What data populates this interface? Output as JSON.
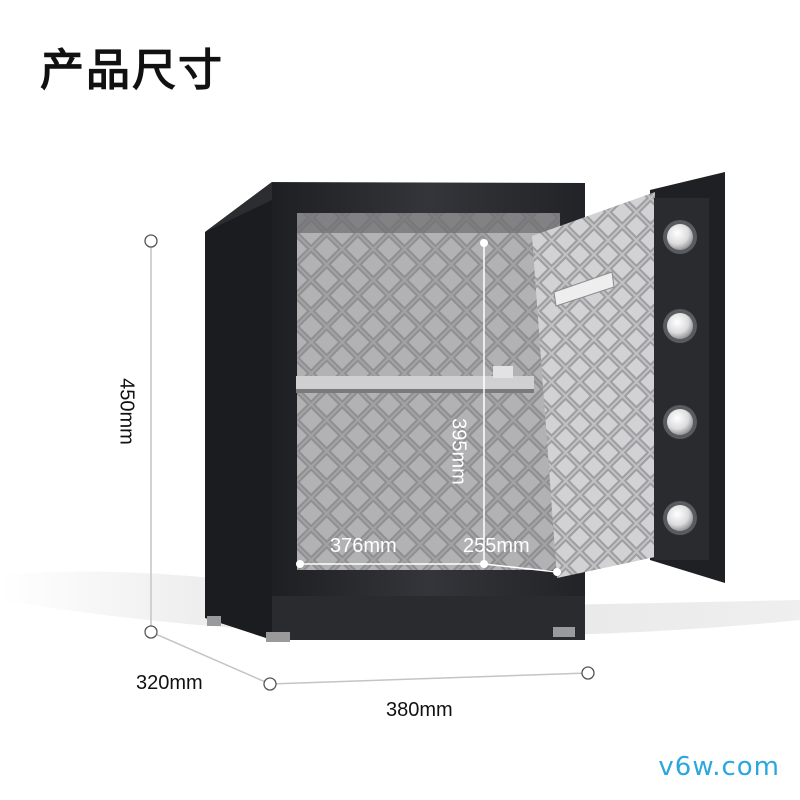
{
  "title": "产品尺寸",
  "dimensions": {
    "outer_height": "450mm",
    "outer_depth": "320mm",
    "outer_width": "380mm",
    "inner_height": "395mm",
    "inner_width": "376mm",
    "inner_depth": "255mm"
  },
  "watermark": "v6w.com",
  "colors": {
    "body": "#2a2b2e",
    "interior": "#9a9a9c",
    "door_panel": "#bdbdc0",
    "knob": "#e6e6e8",
    "dimension_line": "#bfbfbf",
    "watermark": "#2aa7dc"
  }
}
